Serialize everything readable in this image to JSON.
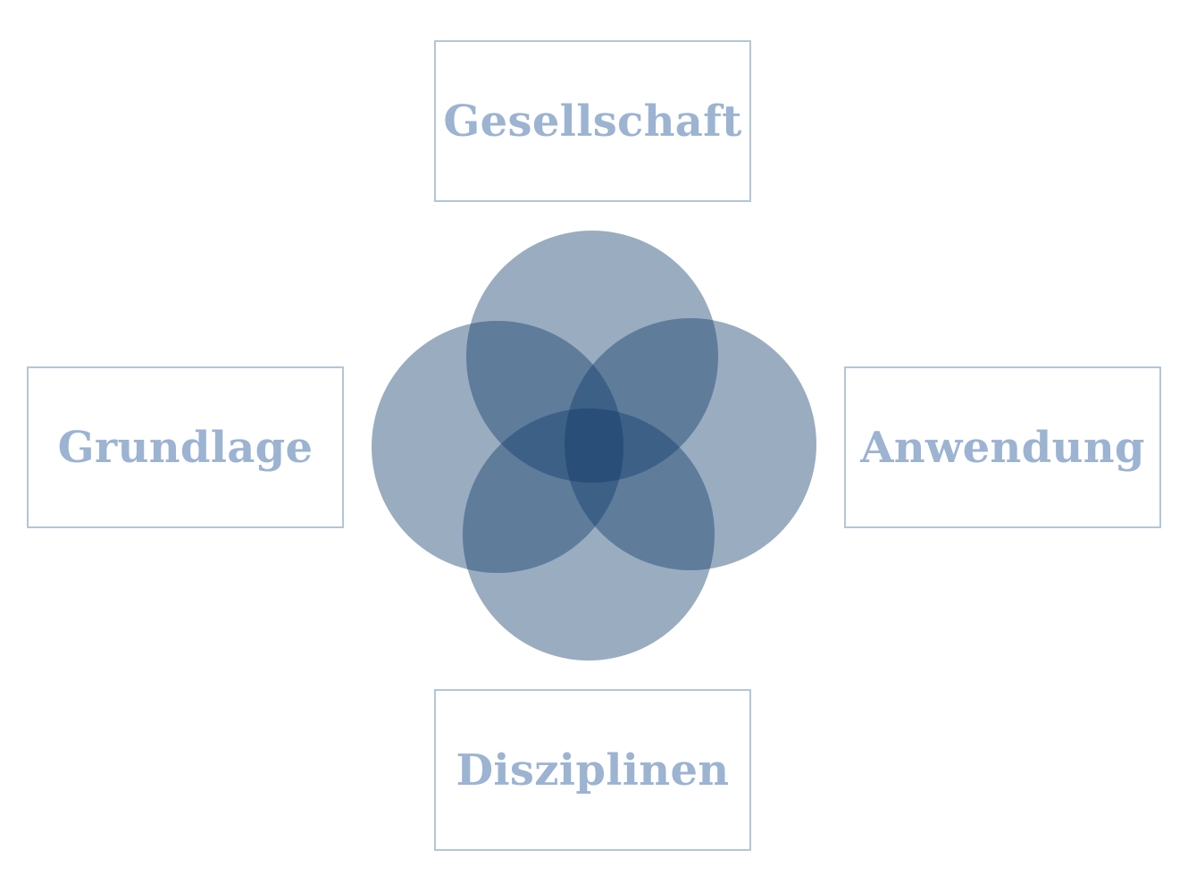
{
  "diagram": {
    "labels": {
      "top": "Gesellschaft",
      "left": "Grundlage",
      "right": "Anwendung",
      "bottom": "Disziplinen"
    },
    "circle_color": "#0f3a6a",
    "circle_opacity": 0.42,
    "label_color": "#9cb3d2",
    "border_color": "#b4c6d9"
  }
}
